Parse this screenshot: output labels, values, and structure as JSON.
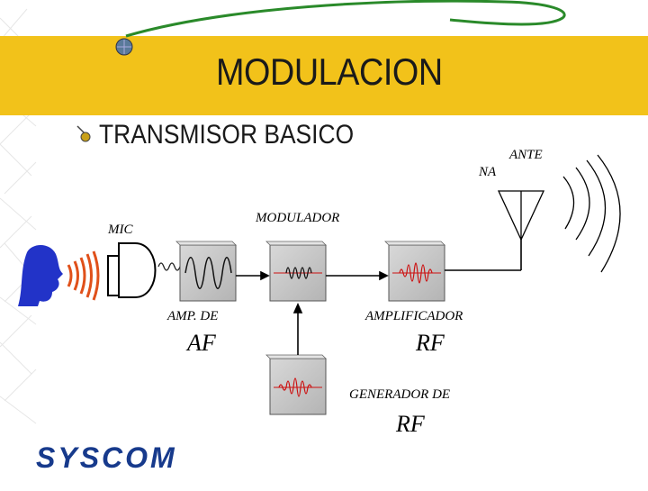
{
  "slide": {
    "title": "MODULACION",
    "subtitle": "TRANSMISOR BASICO",
    "logo_text": "SYSCOM"
  },
  "labels": {
    "antenna_line1": "ANTE",
    "antenna_line2": "NA",
    "microphone": "MIC",
    "modulator": "MODULADOR",
    "af_amplifier_line1": "AMP. DE",
    "af_amplifier_line2": "AF",
    "rf_amplifier_line1": "AMPLIFICADOR",
    "rf_amplifier_line2": "RF",
    "rf_generator_line1": "GENERADOR DE",
    "rf_generator_line2": "RF"
  },
  "colors": {
    "banner": "#f2c21a",
    "block_face": "#c4c4c4",
    "head": "#2233c8",
    "sound_waves": "#e0501a",
    "wave_red": "#cc1111",
    "logo": "#173a8c",
    "swoosh": "#2a8a2a"
  }
}
